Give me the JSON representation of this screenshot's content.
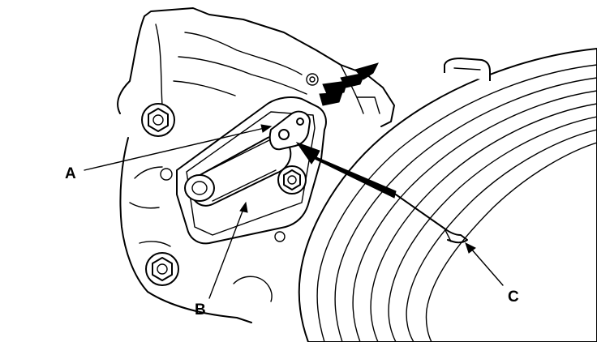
{
  "callouts": {
    "a": "A",
    "b": "B",
    "c": "C"
  },
  "colors": {
    "ink": "#000000",
    "background": "#ffffff"
  }
}
